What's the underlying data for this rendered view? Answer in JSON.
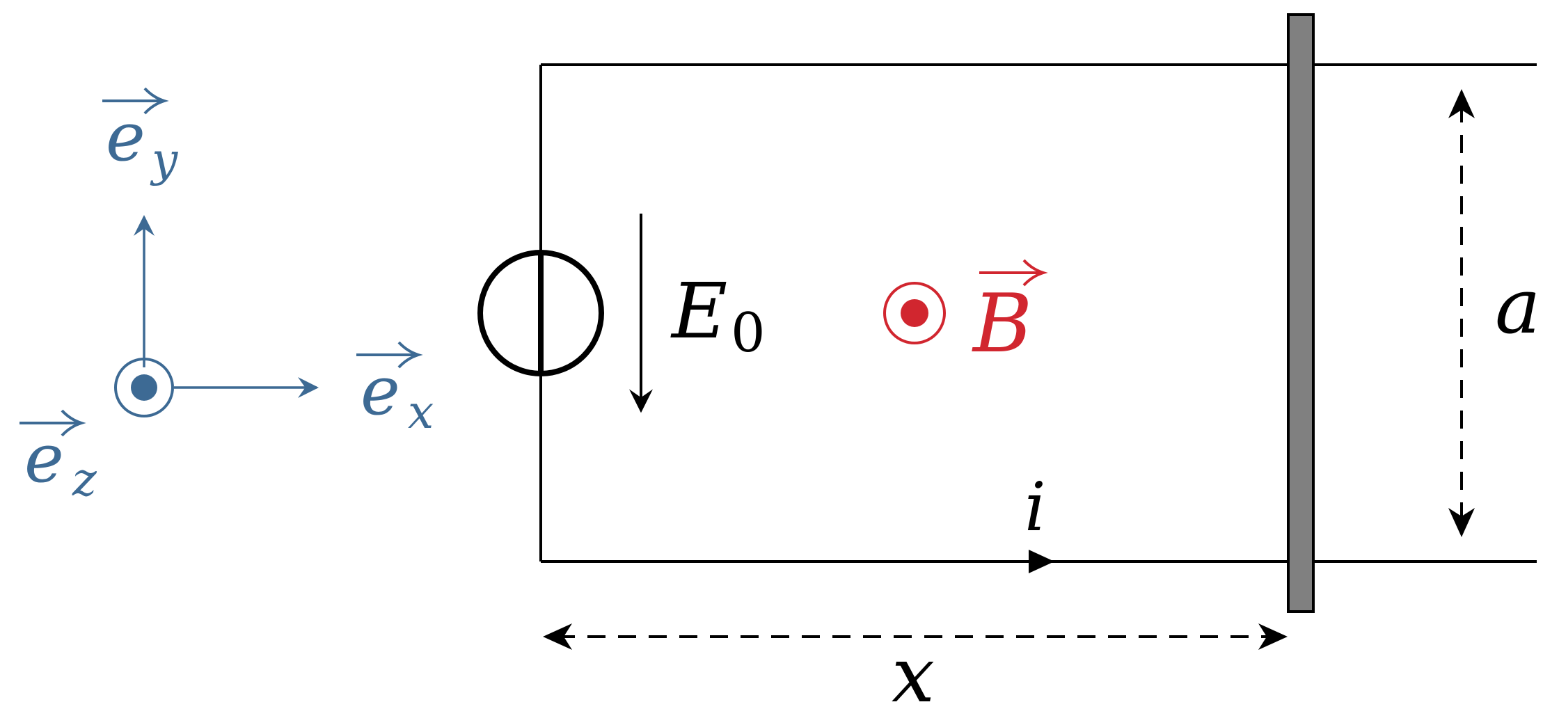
{
  "colors": {
    "axis_blue": "#3d6a94",
    "field_red": "#d1262f",
    "ink": "#000000",
    "rod_gray": "#808080"
  },
  "axes": {
    "ey": {
      "base": "e",
      "sub": "y"
    },
    "ex": {
      "base": "e",
      "sub": "x"
    },
    "ez": {
      "base": "e",
      "sub": "z"
    }
  },
  "source": {
    "label_base": "E",
    "label_sub": "0"
  },
  "field": {
    "label": "B"
  },
  "current": {
    "label": "i"
  },
  "dimensions": {
    "x_label": "x",
    "a_label": "a"
  },
  "icons": [
    "vector-arrow-icon",
    "dot-in-circle-icon",
    "arrowhead-icon"
  ]
}
